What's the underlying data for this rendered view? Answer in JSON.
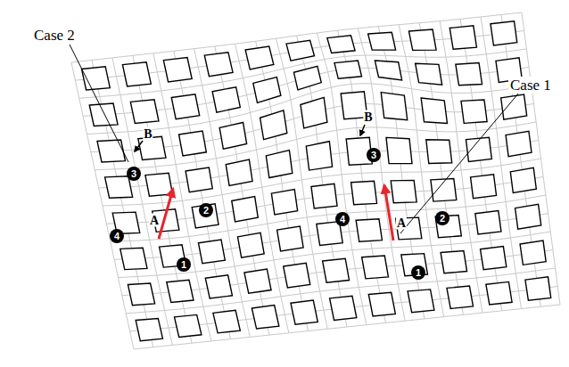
{
  "diagram": {
    "labels": [
      "Case 2",
      "Case 1",
      "B",
      "3",
      "A",
      "2",
      "4",
      "1",
      "B",
      "3",
      "4",
      "A",
      "2",
      "1"
    ]
  }
}
